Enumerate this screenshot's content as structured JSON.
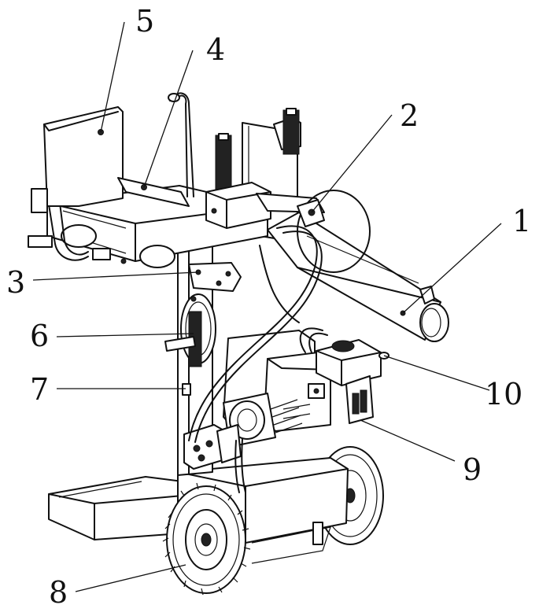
{
  "labels": [
    {
      "id": "1",
      "text": "1"
    },
    {
      "id": "2",
      "text": "2"
    },
    {
      "id": "3",
      "text": "3"
    },
    {
      "id": "4",
      "text": "4"
    },
    {
      "id": "5",
      "text": "5"
    },
    {
      "id": "6",
      "text": "6"
    },
    {
      "id": "7",
      "text": "7"
    },
    {
      "id": "8",
      "text": "8"
    },
    {
      "id": "9",
      "text": "9"
    },
    {
      "id": "10",
      "text": "10"
    }
  ]
}
